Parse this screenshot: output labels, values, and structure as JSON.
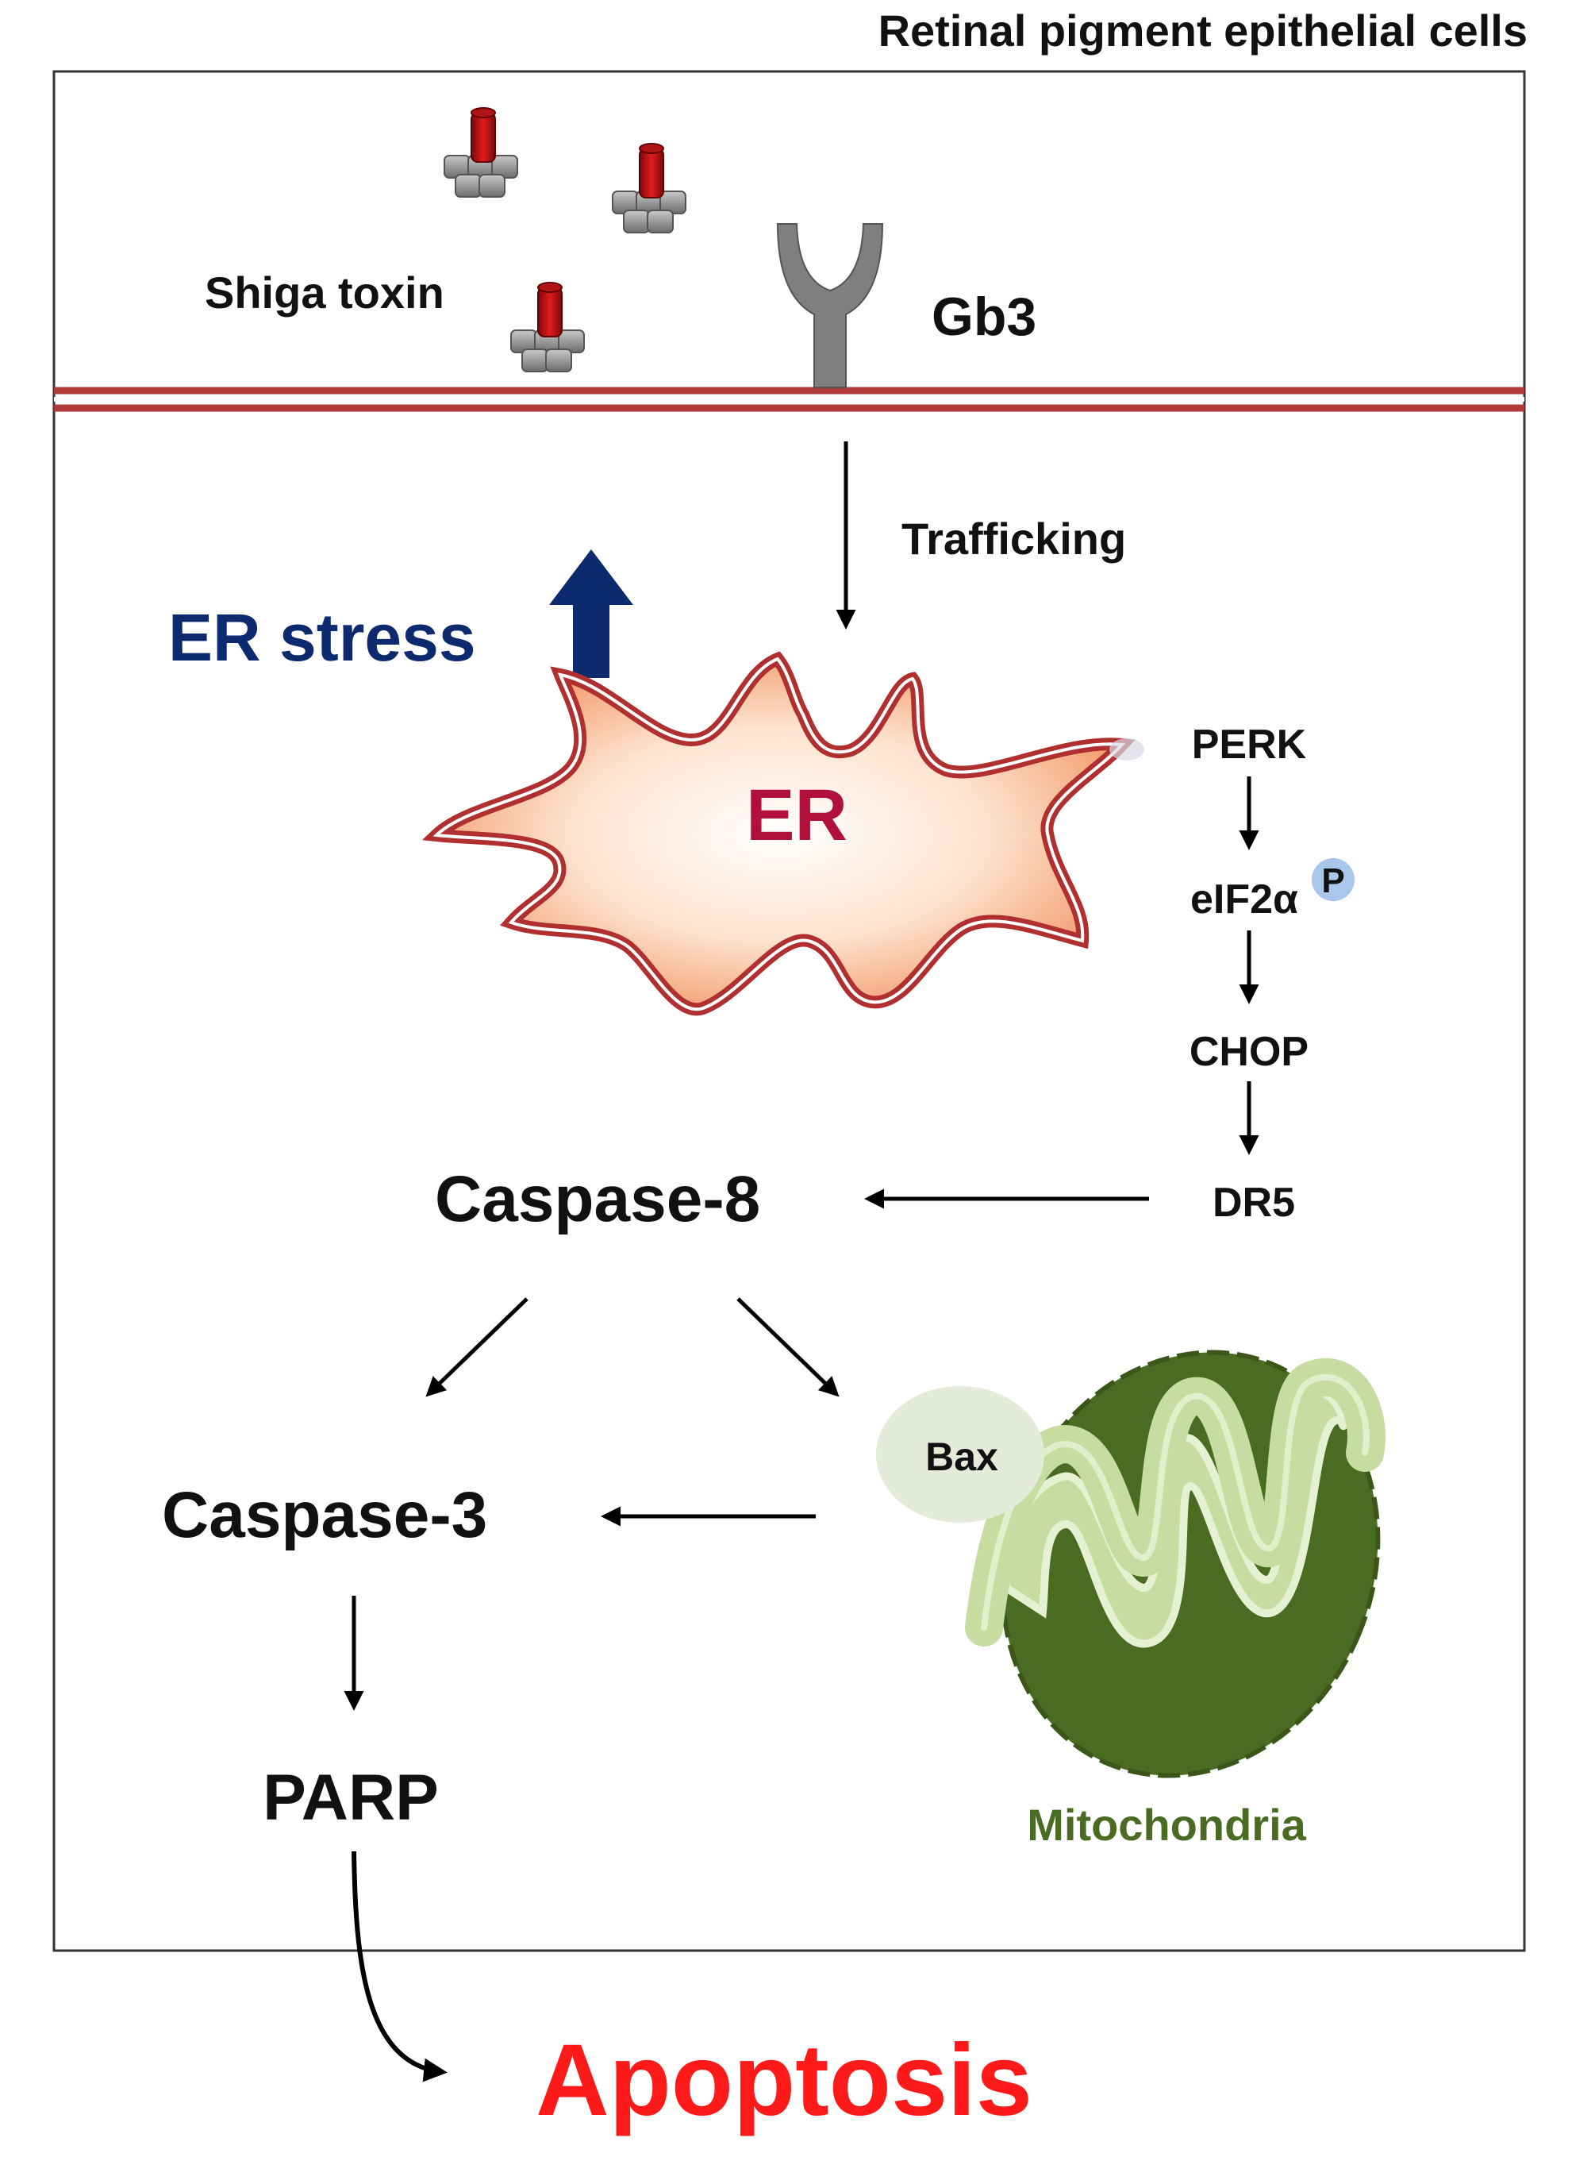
{
  "header": {
    "title": "Retinal pigment epithelial cells"
  },
  "membrane": {
    "toxin_label": "Shiga toxin",
    "receptor_label": "Gb3"
  },
  "pathway": {
    "trafficking_label": "Trafficking",
    "er_stress_label": "ER stress",
    "er_label": "ER",
    "perk": "PERK",
    "eif2a": "eIF2α",
    "phospho": "P",
    "chop": "CHOP",
    "dr5": "DR5",
    "caspase8": "Caspase-8",
    "caspase3": "Caspase-3",
    "bax": "Bax",
    "mitochondria": "Mitochondria",
    "parp": "PARP",
    "apoptosis": "Apoptosis"
  },
  "colors": {
    "membrane": "#b23a3a",
    "er_stress": "#0d2a6e",
    "er_text": "#b0103a",
    "apoptosis": "#ff1a1a",
    "mitochondria": "#4a6b22",
    "bax_fill": "#e4ebd8",
    "phospho_fill": "#a9c7ea"
  }
}
